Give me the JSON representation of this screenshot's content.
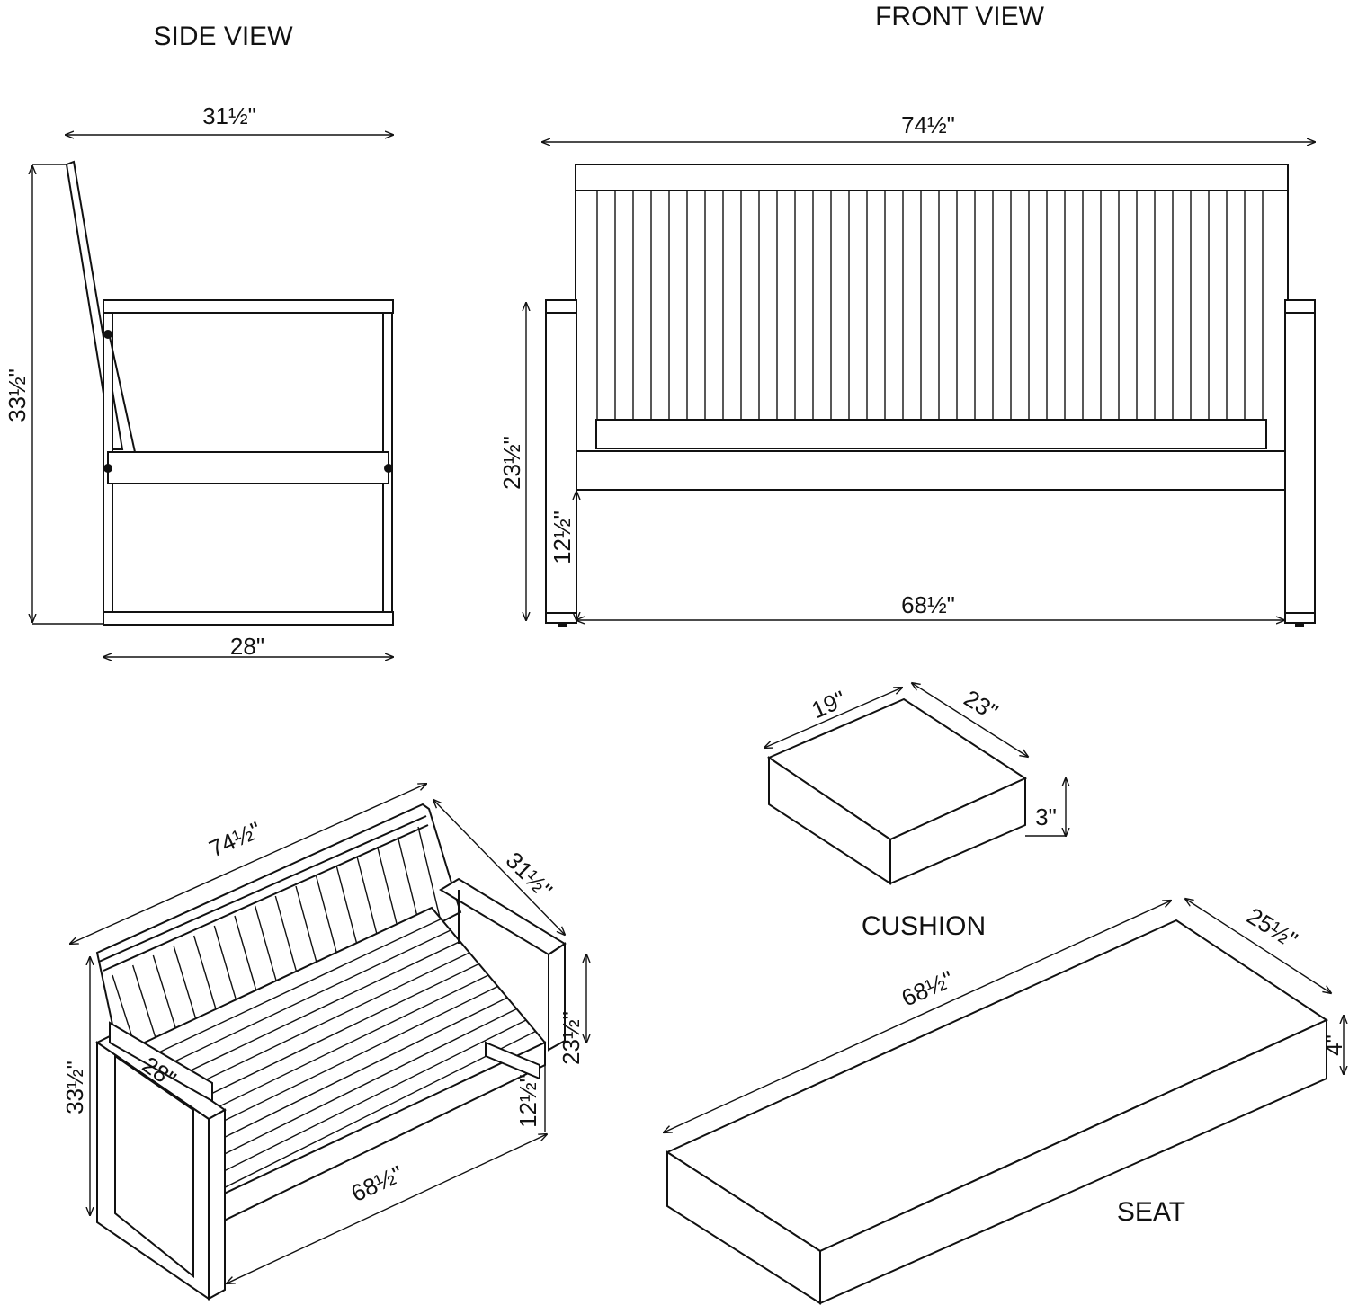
{
  "views": {
    "side": {
      "title": "SIDE VIEW",
      "depth_top": "31½\"",
      "height": "33½\"",
      "depth_base": "28\""
    },
    "front": {
      "title": "FRONT VIEW",
      "width": "74½\"",
      "arm_height": "23½\"",
      "seat_height": "12½\"",
      "inner_width": "68½\""
    },
    "perspective": {
      "width": "74½\"",
      "depth": "31½\"",
      "height": "33½\"",
      "arm_height": "23½\"",
      "seat_height": "12½\"",
      "seat_depth": "28\"",
      "inner_width": "68½\""
    },
    "cushion": {
      "label": "CUSHION",
      "width": "19\"",
      "depth": "23\"",
      "thickness": "3\""
    },
    "seat": {
      "label": "SEAT",
      "length": "68½\"",
      "depth": "25½\"",
      "thickness": "4\""
    }
  }
}
